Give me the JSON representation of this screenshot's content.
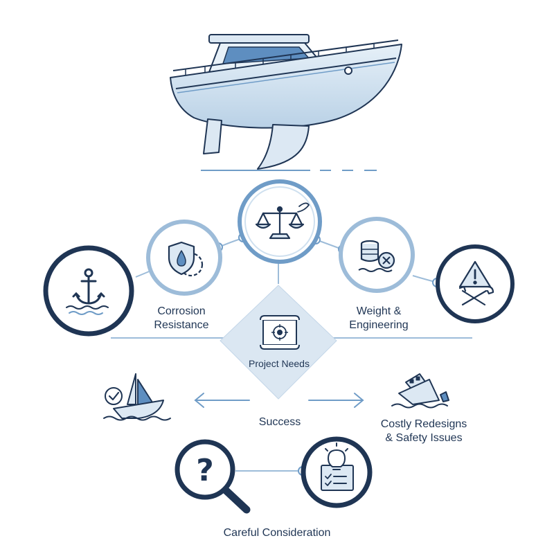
{
  "labels": {
    "corrosion_line1": "Corrosion",
    "corrosion_line2": "Resistance",
    "weight_line1": "Weight &",
    "weight_line2": "Engineering",
    "project_needs": "Project Needs",
    "success": "Success",
    "costly_line1": "Costly Redesigns",
    "costly_line2": "& Safety Issues",
    "careful": "Careful Consideration"
  },
  "icons": {
    "boat": "motor-yacht-hull-icon",
    "anchor": "anchor-icon",
    "shield_gear": "shield-gear-droplet-icon",
    "scales": "balance-scales-icon",
    "stacked_weights": "stacked-weights-icon",
    "warning_tools": "warning-tools-icon",
    "blueprint": "blueprint-scroll-icon",
    "sailboat_check": "sailboat-check-icon",
    "sinking_ship": "sinking-ship-icon",
    "magnifier_question": "magnifier-question-icon",
    "idea_checklist": "lightbulb-checklist-icon"
  },
  "colors": {
    "navy": "#1f3554",
    "mid_blue": "#6f9cc7",
    "light_blue": "#cfe0ef",
    "pale_blue": "#e4eef7"
  }
}
